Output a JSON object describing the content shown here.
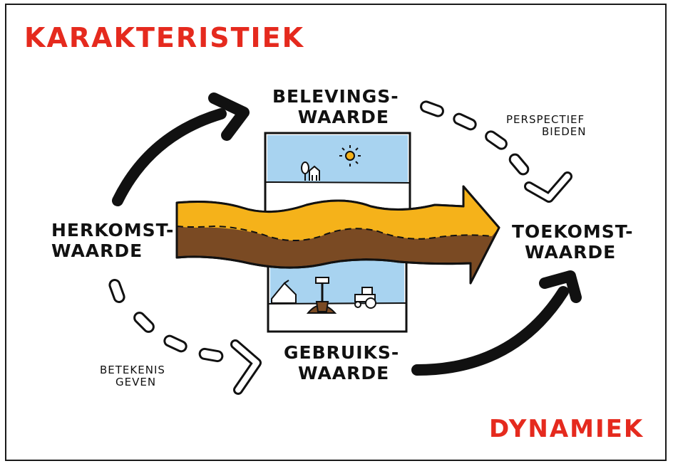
{
  "titles": {
    "top_left": "KARAKTERISTIEK",
    "bottom_right": "DYNAMIEK"
  },
  "nodes": {
    "belevings": [
      "BELEVINGS-",
      "WAARDE"
    ],
    "herkomst": [
      "HERKOMST-",
      "WAARDE"
    ],
    "toekomst": [
      "TOEKOMST-",
      "WAARDE"
    ],
    "gebruiks": [
      "GEBRUIKS-",
      "WAARDE"
    ]
  },
  "annotations": {
    "perspectief": [
      "PERSPECTIEF",
      "BIEDEN"
    ],
    "betekenis": [
      "BETEKENIS",
      "GEVEN"
    ]
  },
  "colors": {
    "title_red": "#e52a1e",
    "sky_blue": "#a8d3f0",
    "band_yellow": "#f5b21a",
    "band_brown": "#7a4a23",
    "ink": "#111111"
  }
}
